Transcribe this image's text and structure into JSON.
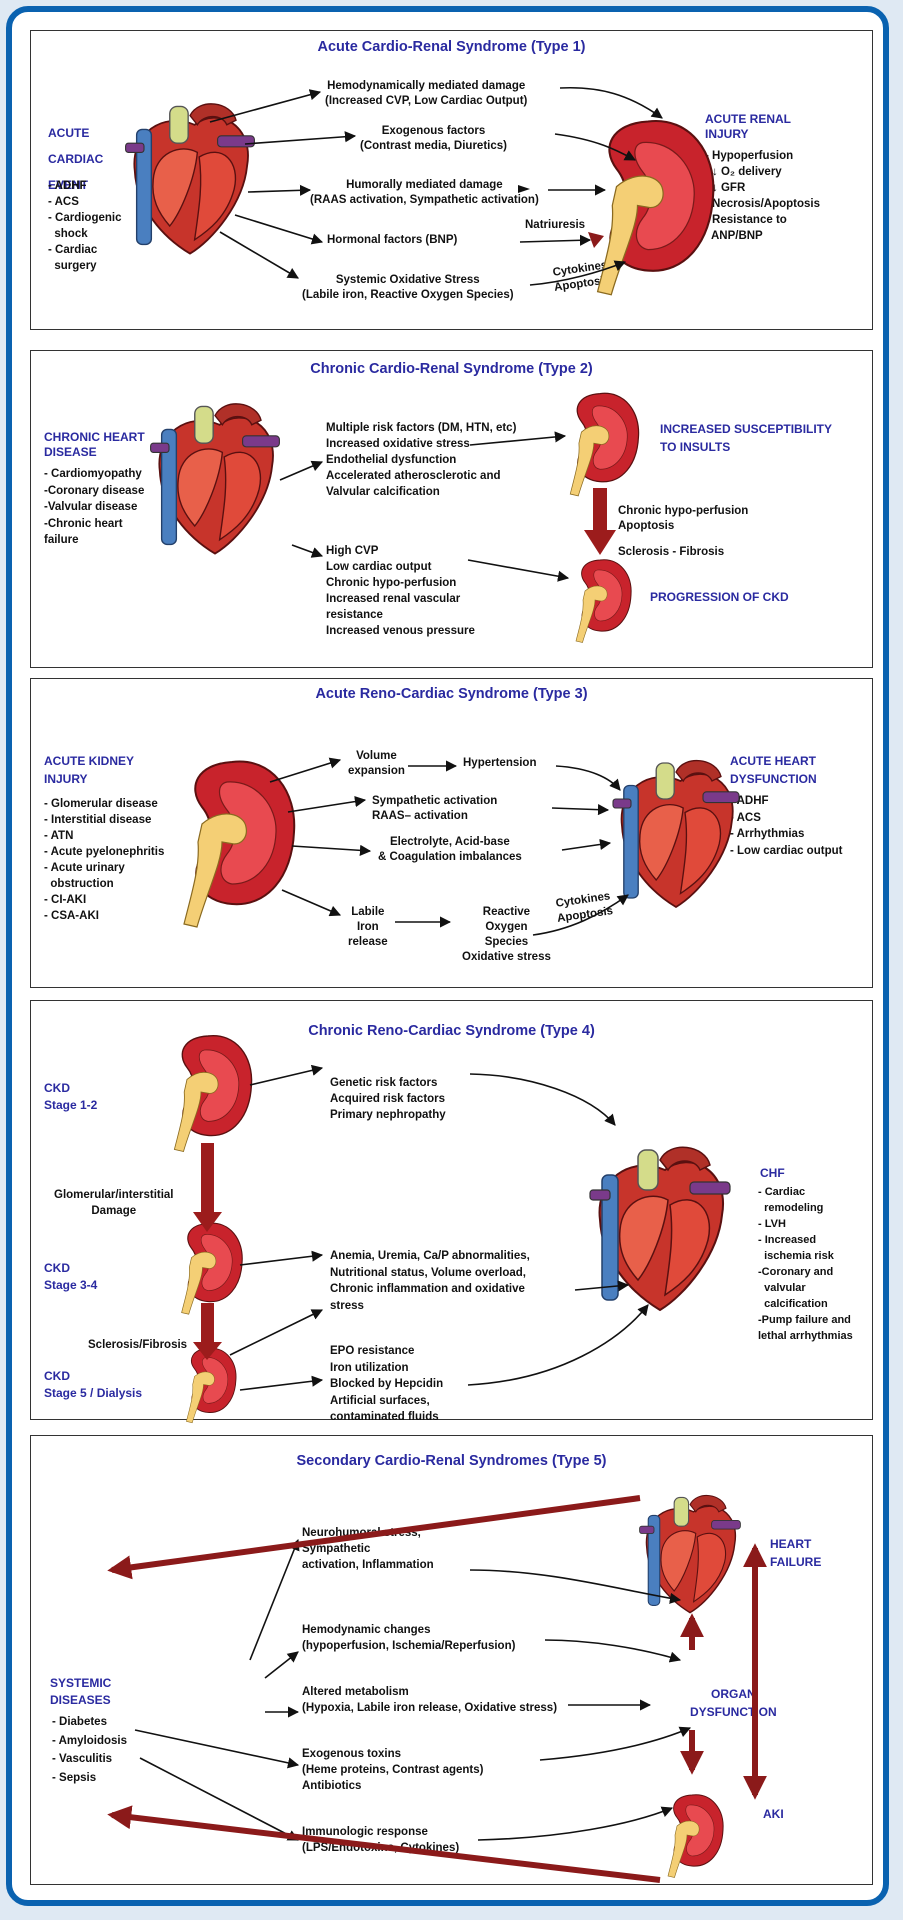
{
  "type1": {
    "title": "Acute Cardio-Renal Syndrome (Type 1)",
    "left_head": "ACUTE\nCARDIAC\nEVENT",
    "left_list": "- ADHF\n- ACS\n- Cardiogenic\n  shock\n- Cardiac\n  surgery",
    "right_head": "ACUTE RENAL\nINJURY",
    "right_list": "- Hypoperfusion\n- ↓ O₂ delivery\n- ↓ GFR\n- Necrosis/Apoptosis\n- Resistance to\n  ANP/BNP",
    "m1": "Hemodynamically mediated damage\n(Increased CVP, Low Cardiac Output)",
    "m2": "Exogenous factors\n(Contrast media, Diuretics)",
    "m3": "Humorally mediated damage\n(RAAS activation, Sympathetic activation)",
    "m4": "Hormonal factors (BNP)",
    "m4b": "Natriuresis",
    "m5": "Systemic Oxidative Stress\n(Labile iron, Reactive Oxygen Species)",
    "m5b": "Cytokines\nApoptosis"
  },
  "type2": {
    "title": "Chronic Cardio-Renal Syndrome (Type 2)",
    "left_head": "CHRONIC HEART\nDISEASE",
    "left_list": "- Cardiomyopathy\n-Coronary disease\n-Valvular disease\n-Chronic heart\nfailure",
    "m1": "Multiple risk factors (DM, HTN, etc)\nIncreased oxidative stress\nEndothelial dysfunction\nAccelerated atherosclerotic and\nValvular calcification",
    "m2": "High CVP\nLow cardiac output\nChronic hypo-perfusion\nIncreased renal vascular\nresistance\nIncreased venous pressure",
    "r1": "INCREASED SUSCEPTIBILITY\nTO INSULTS",
    "r2": "Chronic hypo-perfusion\nApoptosis",
    "r3": "Sclerosis - Fibrosis",
    "r4": "PROGRESSION OF CKD"
  },
  "type3": {
    "title": "Acute Reno-Cardiac Syndrome (Type 3)",
    "left_head": "ACUTE KIDNEY\nINJURY",
    "left_list": "- Glomerular disease\n- Interstitial disease\n- ATN\n- Acute pyelonephritis\n- Acute urinary\n  obstruction\n- CI-AKI\n- CSA-AKI",
    "right_head": "ACUTE HEART\nDYSFUNCTION",
    "right_list": "- ADHF\n- ACS\n- Arrhythmias\n- Low cardiac output",
    "m1": "Volume\nexpansion",
    "m1b": "Hypertension",
    "m2": "Sympathetic activation\nRAAS– activation",
    "m3": "Electrolyte, Acid-base\n& Coagulation imbalances",
    "m4": "Labile\nIron\nrelease",
    "m4b": "Reactive\nOxygen\nSpecies\nOxidative stress",
    "m4c": "Cytokines\nApoptosis"
  },
  "type4": {
    "title": "Chronic Reno-Cardiac Syndrome (Type 4)",
    "s1": "CKD\nStage 1-2",
    "s2": "CKD\nStage 3-4",
    "s3": "CKD\nStage 5 / Dialysis",
    "d1": "Glomerular/interstitial\nDamage",
    "d2": "Sclerosis/Fibrosis",
    "m1": "Genetic risk factors\nAcquired risk factors\nPrimary nephropathy",
    "m2": "Anemia, Uremia, Ca/P abnormalities,\nNutritional status, Volume overload,\nChronic inflammation and oxidative\nstress",
    "m3": "EPO resistance\nIron utilization\nBlocked by Hepcidin\nArtificial surfaces,\ncontaminated fluids",
    "right_head": "CHF",
    "right_list": "- Cardiac\n  remodeling\n- LVH\n- Increased\n  ischemia risk\n-Coronary and\n  valvular\n  calcification\n-Pump failure and\nlethal arrhythmias"
  },
  "type5": {
    "title": "Secondary Cardio-Renal Syndromes (Type 5)",
    "left_head": "SYSTEMIC\nDISEASES",
    "left_list": "- Diabetes\n- Amyloidosis\n- Vasculitis\n- Sepsis",
    "m1": "Neurohumoral stress,\nSympathetic\nactivation, Inflammation",
    "m2": "Hemodynamic changes\n(hypoperfusion, Ischemia/Reperfusion)",
    "m3": "Altered metabolism\n(Hypoxia, Labile iron release, Oxidative stress)",
    "m4": "Exogenous toxins\n(Heme proteins, Contrast agents)\nAntibiotics",
    "m5": "Immunologic response\n(LPS/Endotoxins, Cytokines)",
    "r1": "HEART\nFAILURE",
    "r2": "ORGAN\nDYSFUNCTION",
    "r3": "AKI"
  },
  "colors": {
    "frame": "#0a62b0",
    "title_blue": "#2a2aa0",
    "dark_red": "#8b1a1a",
    "kidney_red": "#c8232c",
    "ureter_yellow": "#f4cf75",
    "vessel_blue": "#4a7fc0"
  },
  "icons": [
    "heart-icon",
    "kidney-icon"
  ]
}
